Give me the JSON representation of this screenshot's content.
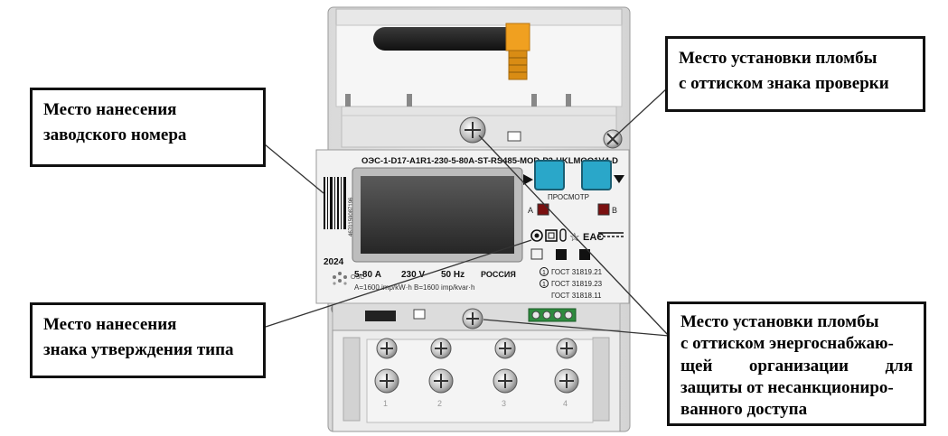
{
  "callouts": {
    "serial_number": {
      "lines": [
        "Место нанесения",
        "заводского номера"
      ]
    },
    "verification_seal": {
      "lines": [
        "Место установки пломбы",
        "с оттиском знака проверки"
      ]
    },
    "type_approval": {
      "lines": [
        "Место нанесения",
        "знака утверждения типа"
      ]
    },
    "supplier_seal": {
      "lines": [
        "Место установки пломбы",
        "с оттиском энергоснабжаю-",
        [
          "щей",
          "организации",
          "для"
        ],
        "защиты от несанкциониро-",
        "ванного доступа"
      ]
    }
  },
  "meter": {
    "model": "ОЭС-1-D17-A1R1-230-5-80A-ST-RS485-MOD-P2-HKLMOQ1V4-D",
    "view_label": "ПРОСМОТР",
    "led_a": "A",
    "led_b": "B",
    "year": "2024",
    "logo_text": "ОЭС",
    "barcode_digits": "4670159087196",
    "specs_line1": [
      "5-80 А",
      "230 V",
      "50 Hz"
    ],
    "country": "РОССИЯ",
    "specs_line2": "A=1600 imp/kW·h  B=1600 imp/kvar·h",
    "standards": [
      "ГОСТ 31819.21",
      "ГОСТ 31819.23",
      "ГОСТ 31818.11"
    ],
    "standard_marks": [
      "1",
      "1",
      ""
    ],
    "terminal_numbers": [
      "1",
      "2",
      "3",
      "4"
    ],
    "cert_symbols": [
      "☆",
      "EAC"
    ]
  },
  "colors": {
    "button": "#2aa7c9",
    "led": "#7a1010",
    "cap": "#f0a020"
  }
}
